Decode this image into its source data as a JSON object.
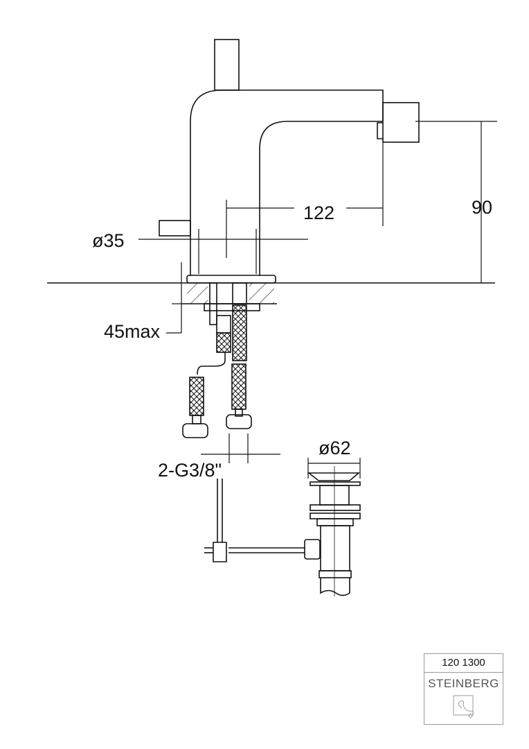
{
  "drawing": {
    "dimensions": {
      "height": "90",
      "reach": "122",
      "base_diameter": "ø35",
      "max_counter_thickness": "45max",
      "connections": "2-G3/8\"",
      "waste_diameter": "ø62"
    }
  },
  "title_block": {
    "product_number": "120 1300",
    "brand": "STEINBERG"
  }
}
